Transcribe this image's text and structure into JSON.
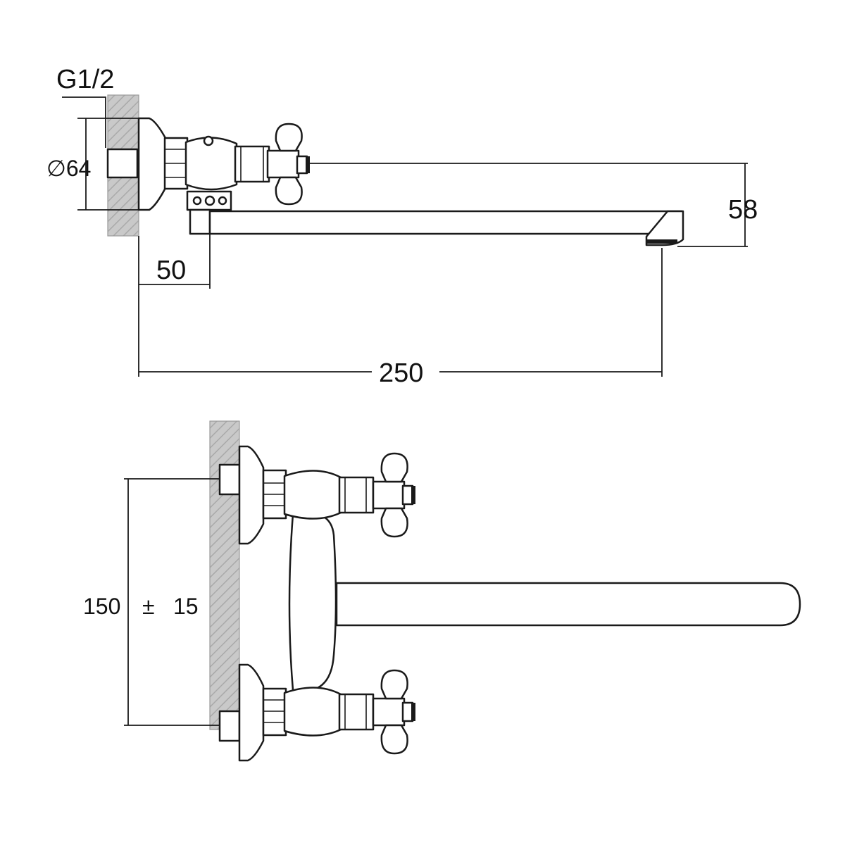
{
  "dimensions": {
    "thread": "G1/2",
    "flange_diameter": "∅64",
    "outlet_offset": "50",
    "spout_reach": "250",
    "spout_height": "58",
    "centers": "150",
    "tolerance_sign": "±",
    "tolerance": "15"
  },
  "colors": {
    "line": "#1a1a1a",
    "wall": "#bdbdbd",
    "background": "#ffffff"
  }
}
